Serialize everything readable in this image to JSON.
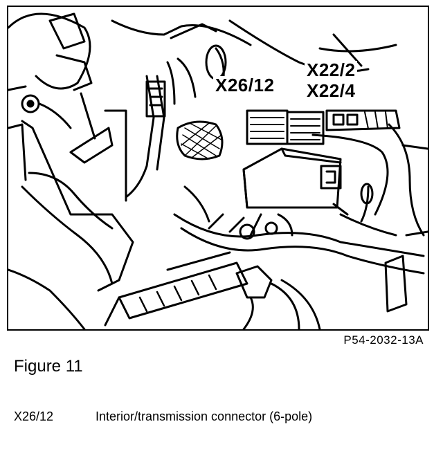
{
  "callouts": {
    "x26_12": "X26/12",
    "x22_2": "X22/2",
    "x22_4": "X22/4"
  },
  "figure": {
    "code": "P54-2032-13A",
    "title": "Figure 11"
  },
  "legend": {
    "items": [
      {
        "code": "X26/12",
        "description": "Interior/transmission connector (6-pole)"
      }
    ]
  }
}
